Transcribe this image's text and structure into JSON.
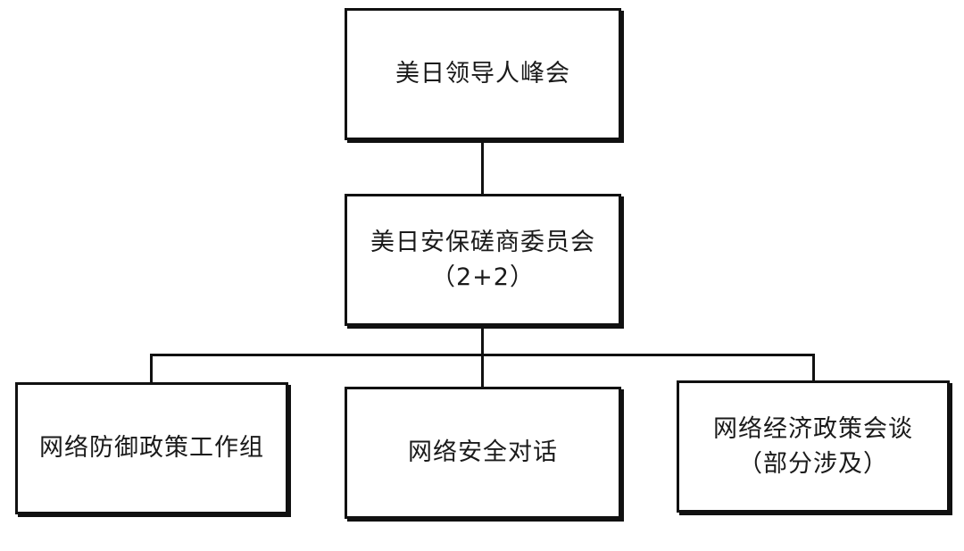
{
  "diagram": {
    "summit": {
      "line1": "美日领导人峰会"
    },
    "two_plus_two": {
      "line1": "美日安保磋商委员会",
      "line2": "（2+2）"
    },
    "children": {
      "defense": {
        "line1": "网络防御政策工作组"
      },
      "security": {
        "line1": "网络安全对话"
      },
      "economic": {
        "line1": "网络经济政策会谈",
        "line2": "（部分涉及）"
      }
    }
  }
}
